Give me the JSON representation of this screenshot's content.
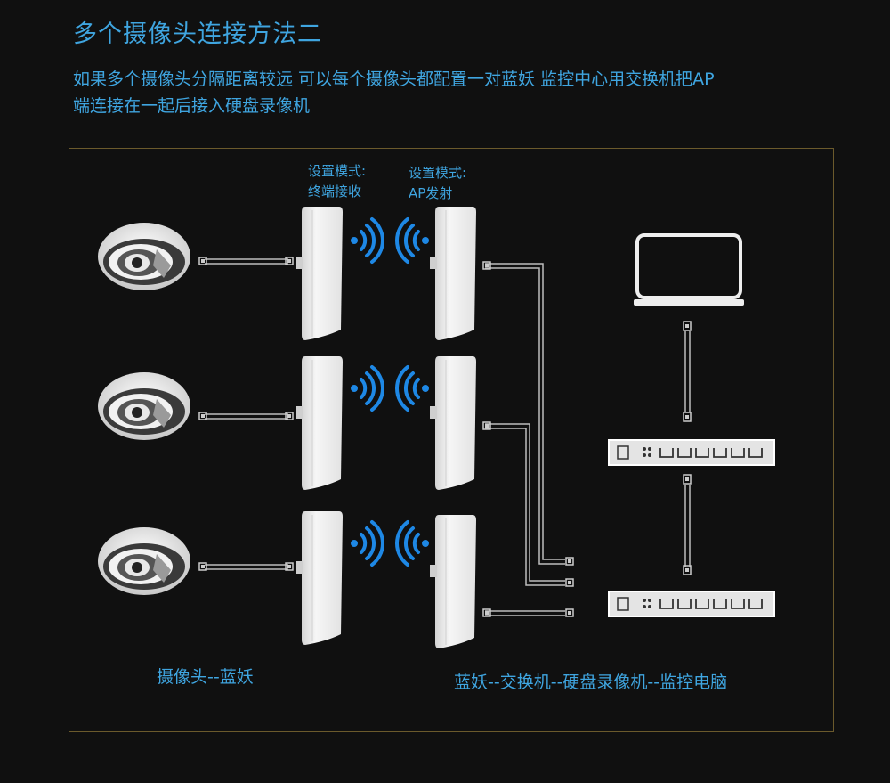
{
  "title": "多个摄像头连接方法二",
  "description": {
    "line1": "如果多个摄像头分隔距离较远 可以每个摄像头都配置一对蓝妖 监控中心用交换机把AP",
    "line2": "端连接在一起后接入硬盘录像机"
  },
  "modes": {
    "receive": {
      "line1": "设置模式:",
      "line2": "终端接收"
    },
    "transmit": {
      "line1": "设置模式:",
      "line2": "AP发射"
    }
  },
  "captions": {
    "left": "摄像头--蓝妖",
    "right": "蓝妖--交换机--硬盘录像机--监控电脑"
  },
  "colors": {
    "accent": "#3fa5e0",
    "frame": "#6b5a2c",
    "wifi": "#1e88e5",
    "device": "#eeeeee",
    "background": "#101010"
  },
  "icons": [
    "dome-camera-icon",
    "cpe-device-icon",
    "wifi-signal-icon",
    "laptop-icon",
    "switch-icon",
    "nvr-icon",
    "ethernet-connector-icon"
  ]
}
